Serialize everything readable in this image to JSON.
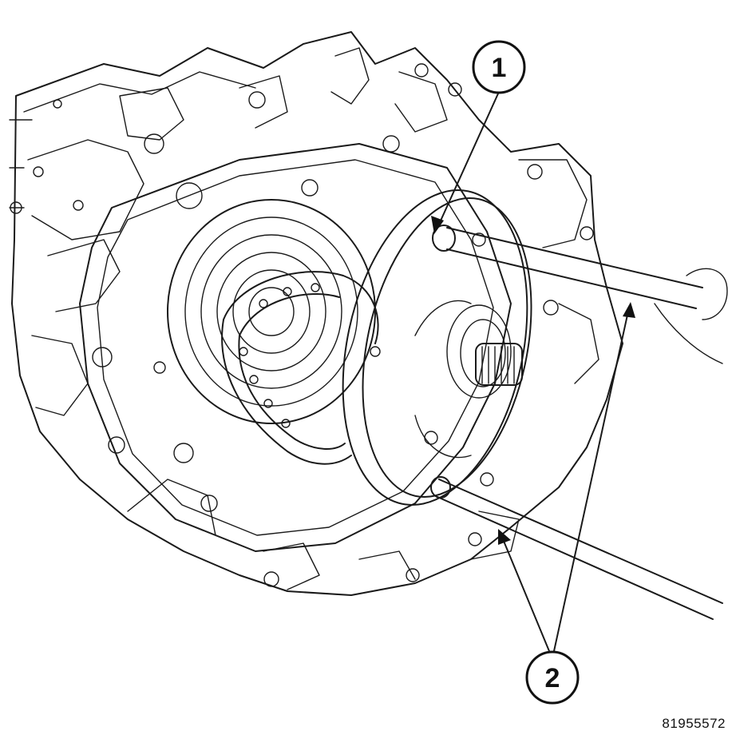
{
  "callouts": [
    {
      "label": "1"
    },
    {
      "label": "2"
    }
  ],
  "figure_id": "81955572",
  "colors": {
    "ink": "#1a1a1a",
    "paper": "#ffffff"
  }
}
